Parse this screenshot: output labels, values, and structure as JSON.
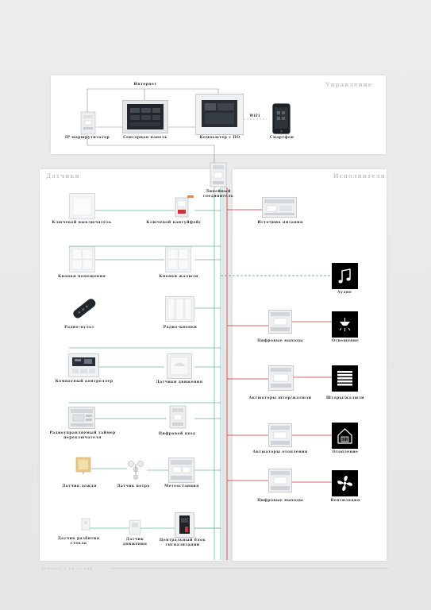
{
  "sections": {
    "control": "Управление",
    "sensors": "Датчики",
    "actuators": "Исполнители"
  },
  "top": {
    "internet": "Интернет",
    "wifi": "WiFi",
    "ip_router": "IP маршрутизатор",
    "touch_panel": "Сенсорная панель",
    "computer": "Компьютер с ПО",
    "smartphone": "Смартфон",
    "line_coupler": "Линейный соединитель"
  },
  "sensors": {
    "key_switch": "Ключевой выключатель",
    "key_card": "Ключевой кантуйфейс",
    "room_buttons": "Кнопки помещения",
    "shutter_buttons": "Кнопки жалюзи",
    "radio_remote": "Радио-пульт",
    "radio_buttons": "Радио-кнопки",
    "room_controller": "Комнатный контроллер",
    "motion_sensor": "Датчики движения",
    "radio_timer": "Радиоуправляемый таймер переключателя",
    "digital_input": "Цифровой вход",
    "rain_sensor": "Датчик дождя",
    "wind_sensor": "Датчик ветра",
    "weather_station": "Метеостанция",
    "glass_break": "Датчик разбития стекла",
    "motion_detector": "Датчик движения",
    "alarm_unit": "Центральный блок сигнализации"
  },
  "actuators": {
    "power_supply": "Источник питания",
    "audio": "Аудио",
    "digital_out_1": "Цифровые выходы",
    "lighting": "Освещение",
    "blind_actuators": "Актюаторы штор/жалюзи",
    "blinds": "Шторы/жалюзи",
    "heating_actuators": "Актюаторы отопления",
    "heating": "Отопление",
    "digital_out_2": "Цифровые выходы",
    "ventilation": "Вентиляция"
  },
  "footer": "ABB/KNX 2 KB Ki/ABB",
  "colors": {
    "bus_green": "#6bb69a",
    "power_red": "#c8323a",
    "data_dashed": "#5a9a86",
    "section_title": "#c7c7c7",
    "label_text": "#333333"
  },
  "icons": {
    "audio": "music-note-icon",
    "lighting": "lamp-icon",
    "blinds": "blinds-icon",
    "heating": "house-heating-icon",
    "ventilation": "fan-icon"
  }
}
